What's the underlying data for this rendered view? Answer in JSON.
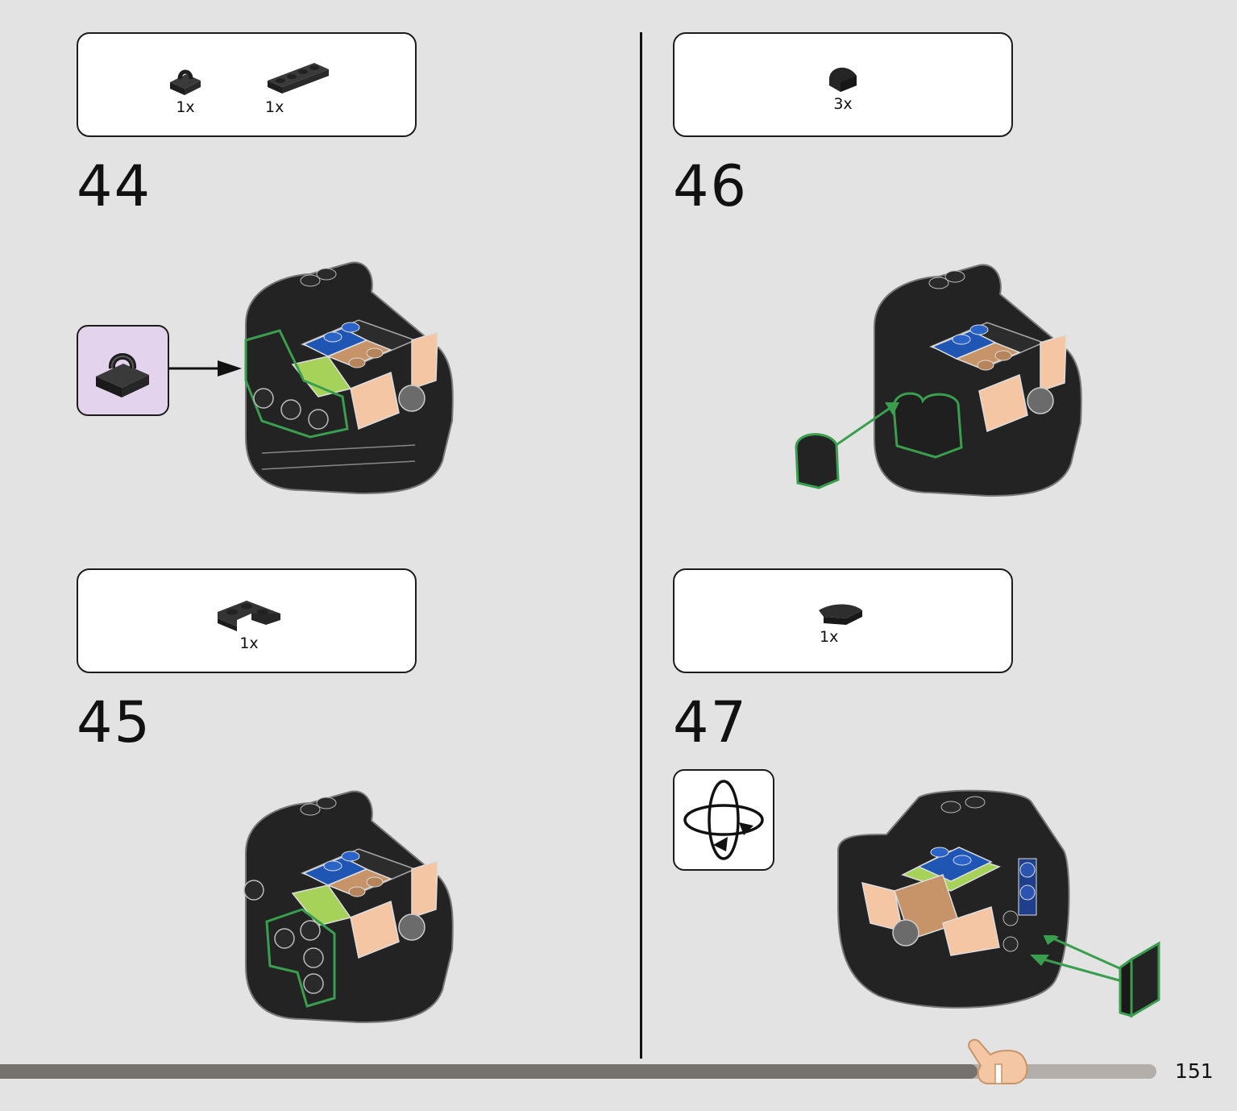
{
  "page_number": "151",
  "progress": {
    "fraction": 0.845
  },
  "steps": [
    {
      "number": "44",
      "parts": [
        {
          "icon": "clip-plate-icon",
          "qty": "1x"
        },
        {
          "icon": "plate-1x4-icon",
          "qty": "1x"
        }
      ]
    },
    {
      "number": "45",
      "parts": [
        {
          "icon": "corner-plate-icon",
          "qty": "1x"
        }
      ]
    },
    {
      "number": "46",
      "parts": [
        {
          "icon": "curved-slope-icon",
          "qty": "3x"
        }
      ]
    },
    {
      "number": "47",
      "parts": [
        {
          "icon": "curved-tile-icon",
          "qty": "1x"
        }
      ]
    }
  ],
  "colors": {
    "background": "#e3e3e3",
    "brick_black": "#232323",
    "brick_blue": "#1f56b4",
    "brick_tan": "#c69468",
    "brick_skin": "#f5c6a4",
    "brick_lime": "#a6d25a",
    "highlight_green": "#3a9e4f",
    "callout_purple": "#e4d3ec",
    "progress_dark": "#75716d",
    "progress_light": "#b3aeaa"
  }
}
